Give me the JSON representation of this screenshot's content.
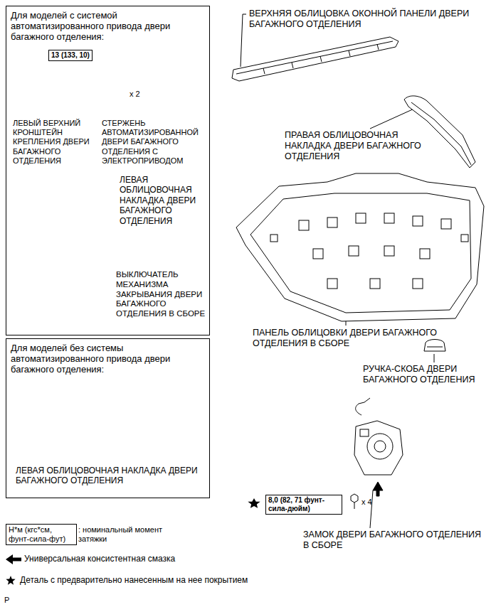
{
  "diagram": {
    "nodes": [
      {
        "text": [
          "Для моделей с системой автоматизированного привода двери багажного отделения:"
        ]
      },
      {
        "text": [
          "13 (133, 10)"
        ],
        "in": 0
      },
      {
        "text": [
          "Для моделей без системы автоматизированного привода двери багажного отделения:"
        ]
      },
      {
        "text": [
          "8,0 (82, 71 фунт-сила-дюйм)"
        ]
      },
      {
        "text": [
          "Н*м (кгс*см, фунт-сила-фут)"
        ]
      }
    ],
    "labels": [
      "ЛЕВЫЙ ВЕРХНИЙ КРОНШТЕЙН КРЕПЛЕНИЯ ДВЕРИ БАГАЖНОГО ОТДЕЛЕНИЯ",
      "x 2",
      "СТЕРЖЕНЬ АВТОМАТИЗИРОВАННОЙ ДВЕРИ БАГАЖНОГО ОТДЕЛЕНИЯ С ЭЛЕКТРОПРИВОДОМ",
      "ЛЕВАЯ ОБЛИЦОВОЧНАЯ НАКЛАДКА ДВЕРИ БАГАЖНОГО ОТДЕЛЕНИЯ",
      "ВЫКЛЮЧАТЕЛЬ МЕХАНИЗМА ЗАКРЫВАНИЯ ДВЕРИ БАГАЖНОГО ОТДЕЛЕНИЯ В СБОРЕ",
      "ЛЕВАЯ ОБЛИЦОВОЧНАЯ НАКЛАДКА ДВЕРИ БАГАЖНОГО ОТДЕЛЕНИЯ",
      "ВЕРХНЯЯ ОБЛИЦОВКА ОКОННОЙ ПАНЕЛИ ДВЕРИ БАГАЖНОГО ОТДЕЛЕНИЯ",
      "ПРАВАЯ ОБЛИЦОВОЧНАЯ НАКЛАДКА ДВЕРИ БАГАЖНОГО ОТДЕЛЕНИЯ",
      "ПАНЕЛЬ ОБЛИЦОВКИ ДВЕРИ БАГАЖНОГО ОТДЕЛЕНИЯ В СБОРЕ",
      "РУЧКА-СКОБА ДВЕРИ БАГАЖНОГО ОТДЕЛЕНИЯ",
      "x 4",
      "ЗАМОК ДВЕРИ БАГАЖНОГО ОТДЕЛЕНИЯ В СБОРЕ",
      "P"
    ],
    "legend": [
      {
        "text": ": номинальный момент затяжки"
      },
      {
        "text": "Универсальная консистентная смазка"
      },
      {
        "text": "Деталь с предварительно нанесенным на нее покрытием"
      }
    ]
  }
}
